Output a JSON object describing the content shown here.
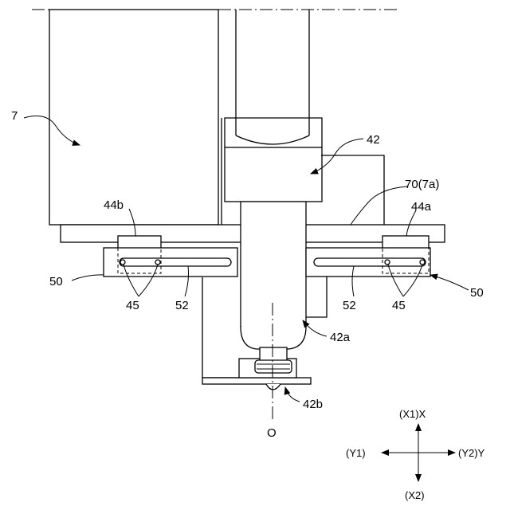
{
  "labels": {
    "frame": "7",
    "actuator": "42",
    "actuator_body": "42a",
    "actuator_tip": "42b",
    "plate": "70(7a)",
    "clamp_left": "44b",
    "clamp_right": "44a",
    "slide_left": "50",
    "slide_right": "50",
    "slot_left": "52",
    "slot_right": "52",
    "pins_left": "45",
    "pins_right": "45",
    "center_axis": "O"
  },
  "axes": {
    "x_plus": "(X1)X",
    "x_minus": "(X2)",
    "y_minus": "(Y1)",
    "y_plus": "(Y2)Y"
  }
}
